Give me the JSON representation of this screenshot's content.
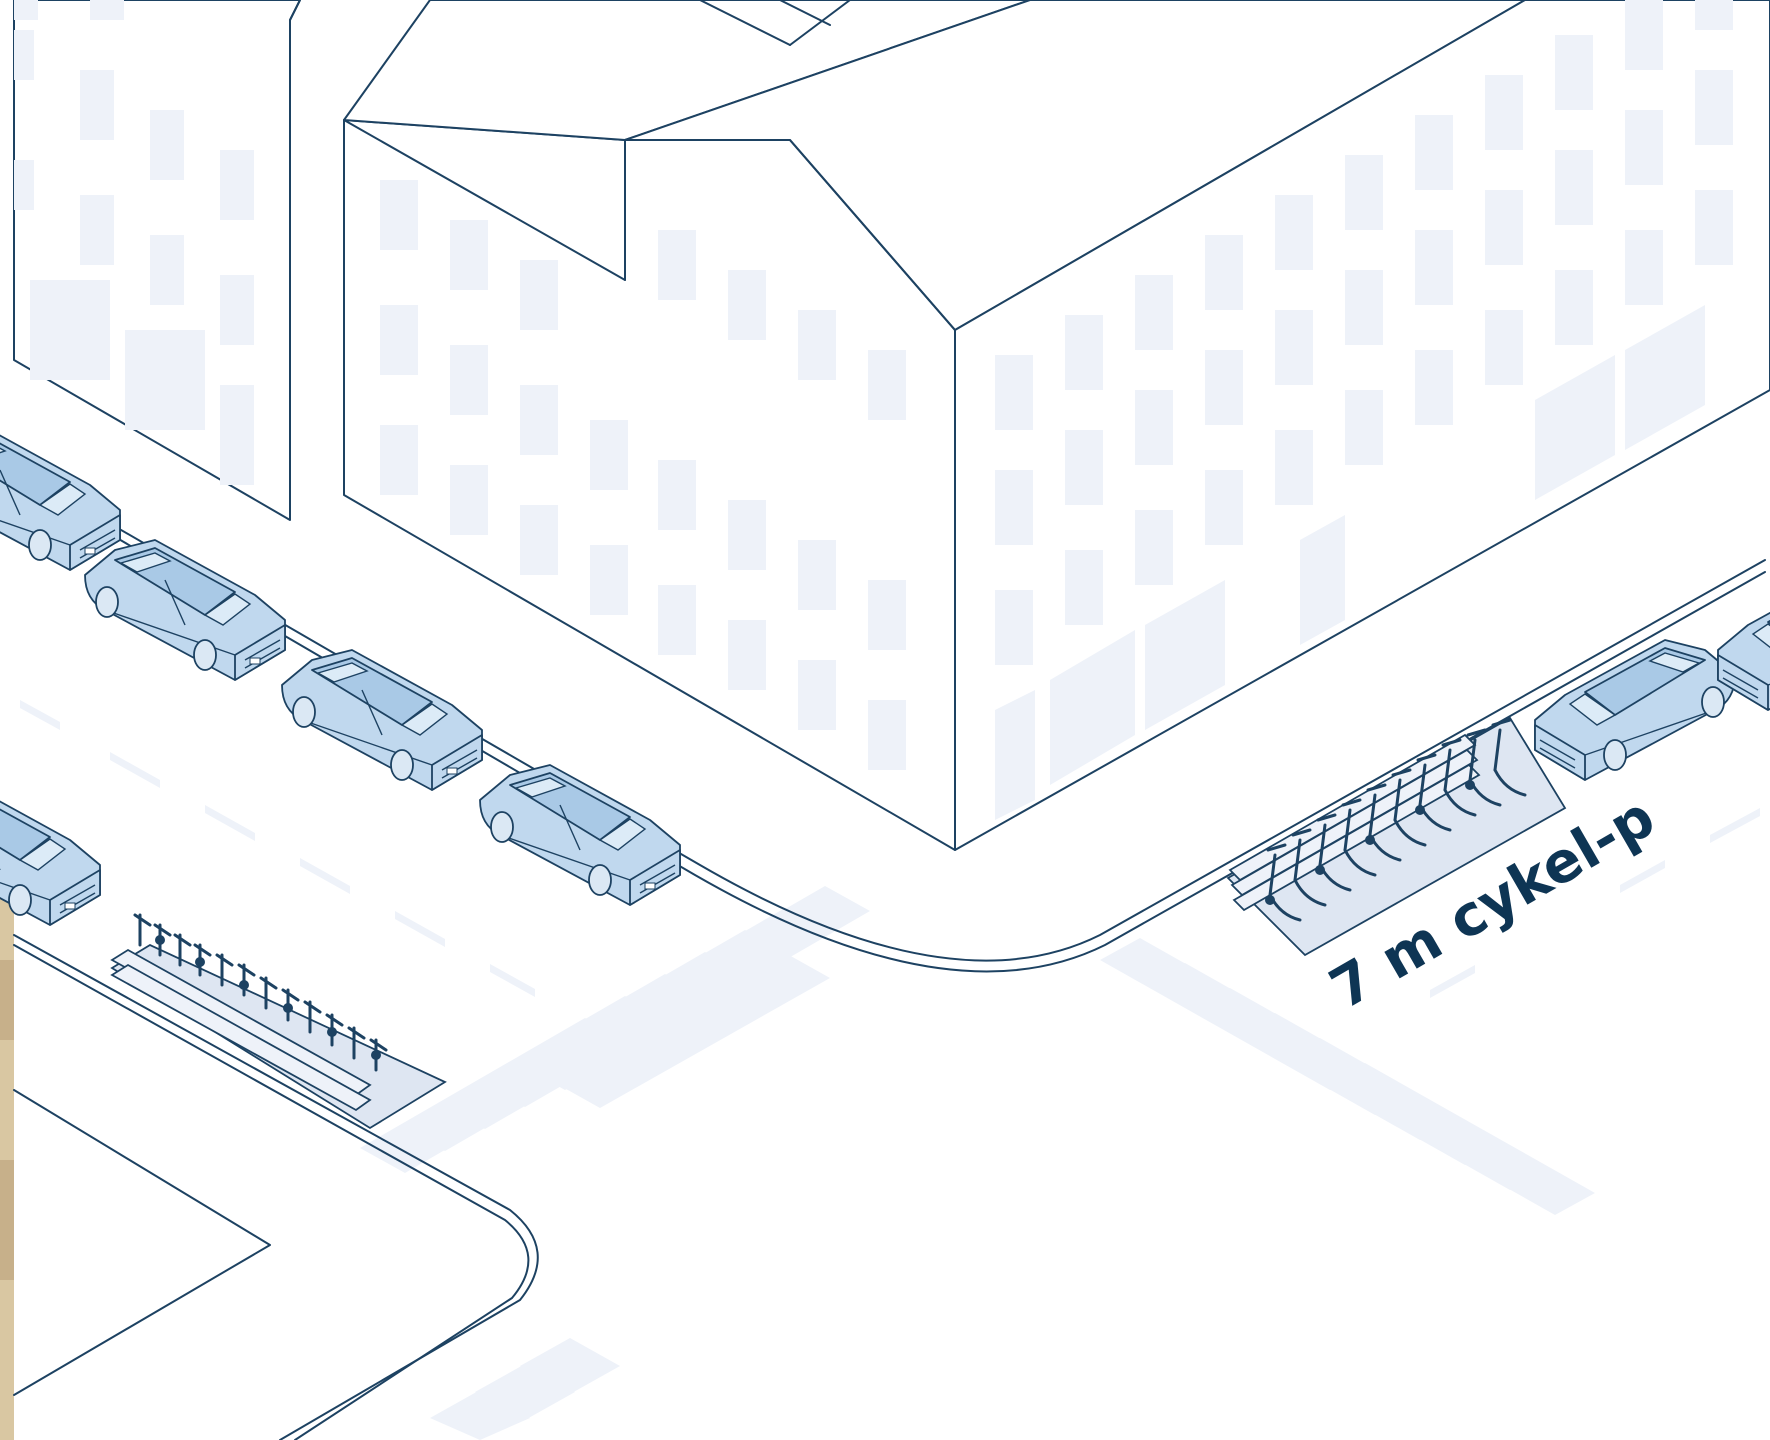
{
  "scene": {
    "rack_label": "7 m cykel-p",
    "colors": {
      "ink": "#1d4262",
      "car_fill": "#c0d8ee",
      "window_fill": "#eef2f9",
      "label_color": "#0e3554",
      "background": "#ffffff"
    },
    "icons": [
      "building",
      "car",
      "bike-rack",
      "crosswalk"
    ]
  }
}
